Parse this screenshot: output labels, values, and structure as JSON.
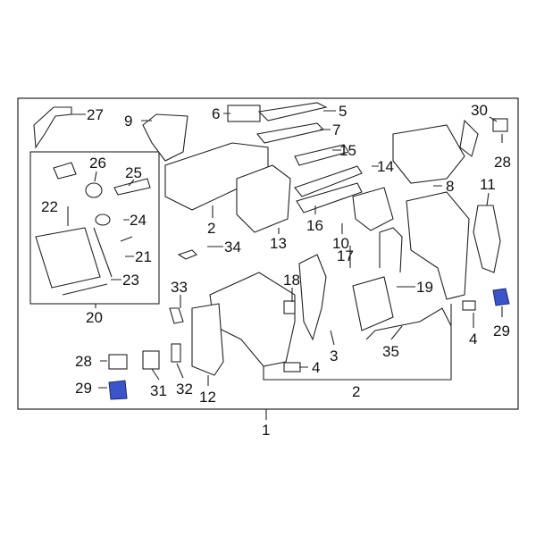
{
  "diagram": {
    "highlight_color": "#3b55c9",
    "callouts": [
      {
        "id": "c27",
        "text": "27"
      },
      {
        "id": "c9",
        "text": "9"
      },
      {
        "id": "c6",
        "text": "6"
      },
      {
        "id": "c5",
        "text": "5"
      },
      {
        "id": "c7",
        "text": "7"
      },
      {
        "id": "c30",
        "text": "30"
      },
      {
        "id": "c15",
        "text": "15"
      },
      {
        "id": "c28a",
        "text": "28"
      },
      {
        "id": "c26",
        "text": "26"
      },
      {
        "id": "c25",
        "text": "25"
      },
      {
        "id": "c14",
        "text": "14"
      },
      {
        "id": "c8",
        "text": "8"
      },
      {
        "id": "c11",
        "text": "11"
      },
      {
        "id": "c22",
        "text": "22"
      },
      {
        "id": "c24",
        "text": "24"
      },
      {
        "id": "c2a",
        "text": "2"
      },
      {
        "id": "c13",
        "text": "13"
      },
      {
        "id": "c16",
        "text": "16"
      },
      {
        "id": "c10",
        "text": "10"
      },
      {
        "id": "c34",
        "text": "34"
      },
      {
        "id": "c21",
        "text": "21"
      },
      {
        "id": "c17",
        "text": "17"
      },
      {
        "id": "c23",
        "text": "23"
      },
      {
        "id": "c18",
        "text": "18"
      },
      {
        "id": "c19",
        "text": "19"
      },
      {
        "id": "c33",
        "text": "33"
      },
      {
        "id": "c20",
        "text": "20"
      },
      {
        "id": "c29a",
        "text": "29"
      },
      {
        "id": "c4a",
        "text": "4"
      },
      {
        "id": "c3",
        "text": "3"
      },
      {
        "id": "c35",
        "text": "35"
      },
      {
        "id": "c4b",
        "text": "4"
      },
      {
        "id": "c2b",
        "text": "2"
      },
      {
        "id": "c28b",
        "text": "28"
      },
      {
        "id": "c29b",
        "text": "29"
      },
      {
        "id": "c31",
        "text": "31"
      },
      {
        "id": "c32",
        "text": "32"
      },
      {
        "id": "c12",
        "text": "12"
      },
      {
        "id": "c1",
        "text": "1"
      }
    ]
  }
}
